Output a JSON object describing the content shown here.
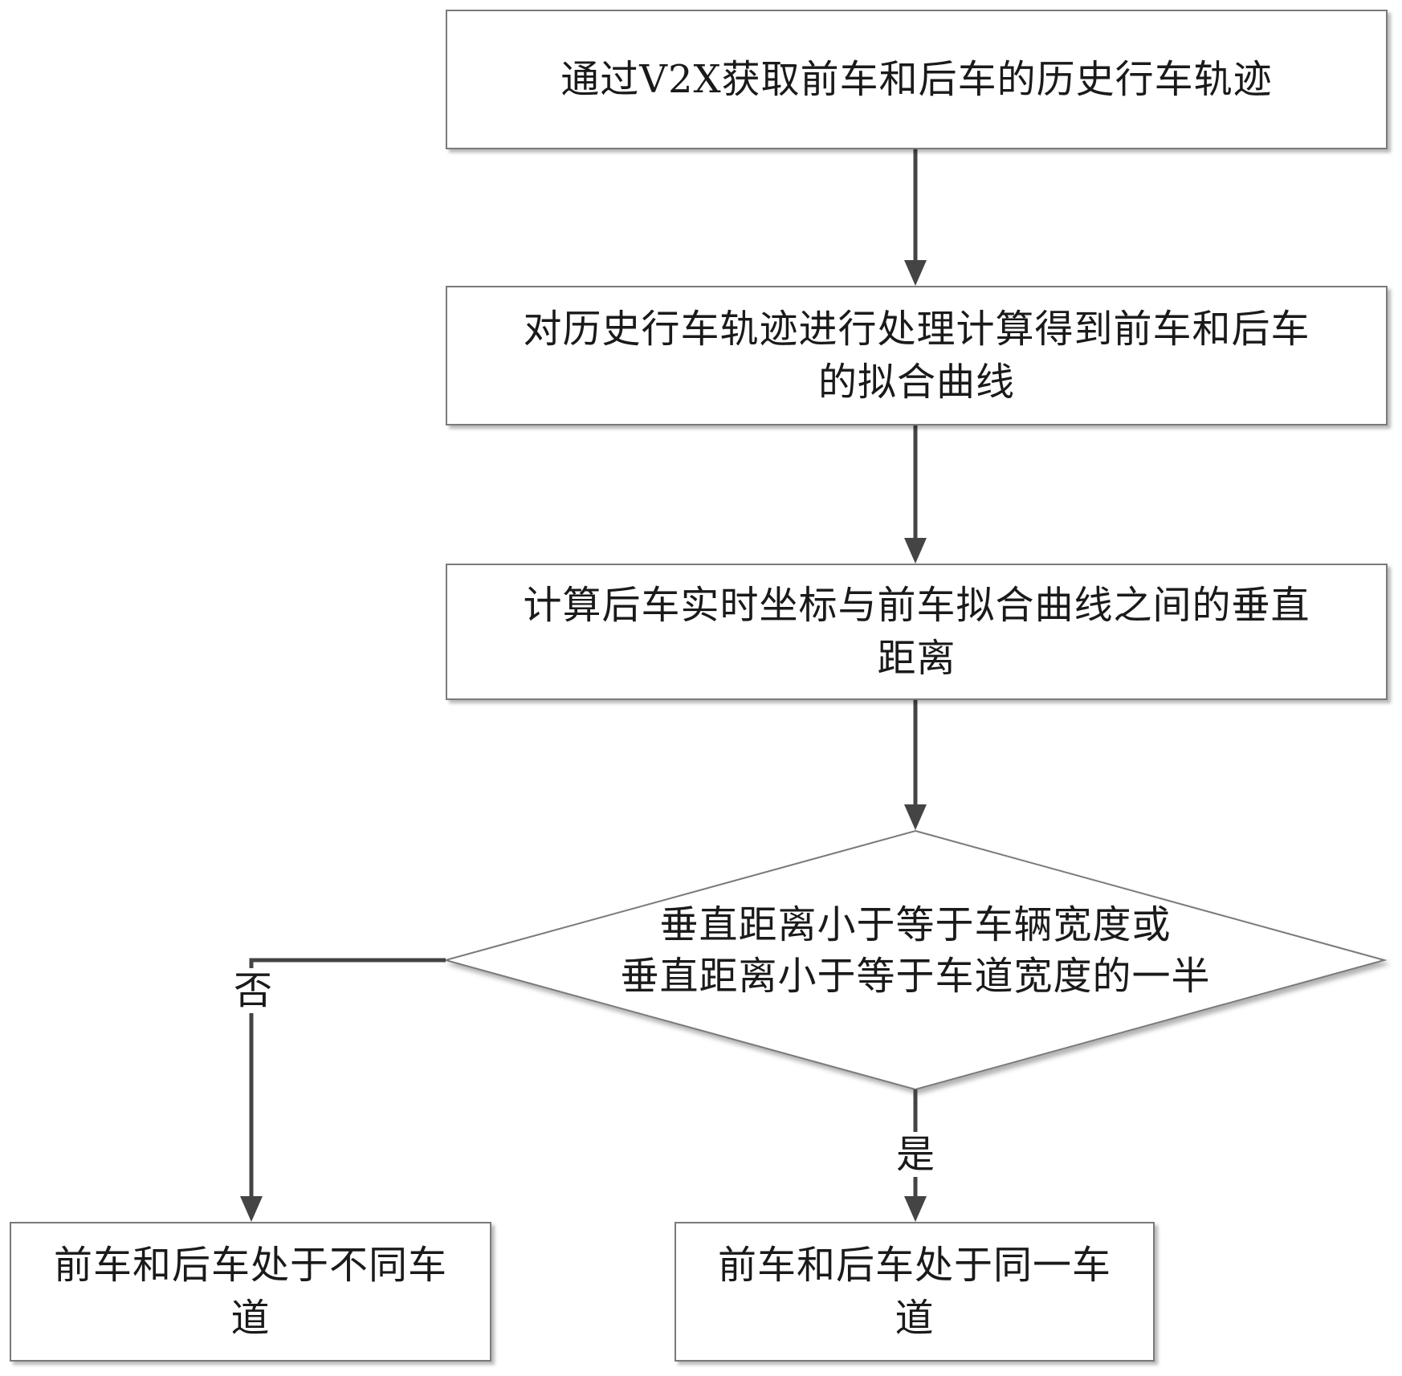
{
  "steps": {
    "step1": "通过V2X获取前车和后车的历史行车轨迹",
    "step2_line1": "对历史行车轨迹进行处理计算得到前车和后车",
    "step2_line2": "的拟合曲线",
    "step3_line1": "计算后车实时坐标与前车拟合曲线之间的垂直",
    "step3_line2": "距离"
  },
  "decision": {
    "line1": "垂直距离小于等于车辆宽度或",
    "line2": "垂直距离小于等于车道宽度的一半"
  },
  "branches": {
    "no_label": "否",
    "yes_label": "是"
  },
  "outcomes": {
    "different_line1": "前车和后车处于不同车",
    "different_line2": "道",
    "same_line1": "前车和后车处于同一车",
    "same_line2": "道"
  }
}
